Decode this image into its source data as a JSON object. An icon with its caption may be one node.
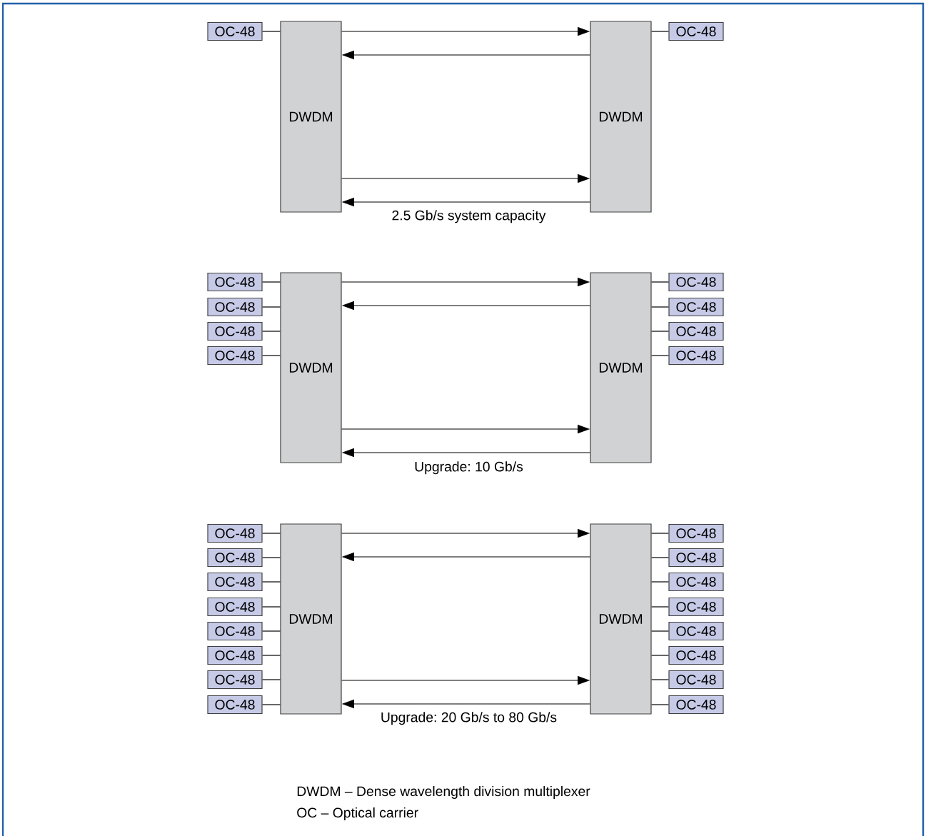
{
  "diagram": {
    "nodes": [
      {
        "text": [
          "DWDM"
        ]
      },
      {
        "text": [
          "DWDM"
        ]
      },
      {
        "text": [
          "OC-48"
        ]
      },
      {
        "text": [
          "OC-48"
        ]
      },
      {
        "text": [
          "DWDM"
        ]
      },
      {
        "text": [
          "DWDM"
        ]
      },
      {
        "text": [
          "OC-48"
        ]
      },
      {
        "text": [
          "OC-48"
        ]
      },
      {
        "text": [
          "OC-48"
        ]
      },
      {
        "text": [
          "OC-48"
        ]
      },
      {
        "text": [
          "OC-48"
        ]
      },
      {
        "text": [
          "OC-48"
        ]
      },
      {
        "text": [
          "OC-48"
        ]
      },
      {
        "text": [
          "OC-48"
        ]
      },
      {
        "text": [
          "DWDM"
        ]
      },
      {
        "text": [
          "DWDM"
        ]
      },
      {
        "text": [
          "OC-48"
        ]
      },
      {
        "text": [
          "OC-48"
        ]
      },
      {
        "text": [
          "OC-48"
        ]
      },
      {
        "text": [
          "OC-48"
        ]
      },
      {
        "text": [
          "OC-48"
        ]
      },
      {
        "text": [
          "OC-48"
        ]
      },
      {
        "text": [
          "OC-48"
        ]
      },
      {
        "text": [
          "OC-48"
        ]
      },
      {
        "text": [
          "OC-48"
        ]
      },
      {
        "text": [
          "OC-48"
        ]
      },
      {
        "text": [
          "OC-48"
        ]
      },
      {
        "text": [
          "OC-48"
        ]
      },
      {
        "text": [
          "OC-48"
        ]
      },
      {
        "text": [
          "OC-48"
        ]
      },
      {
        "text": [
          "OC-48"
        ]
      },
      {
        "text": [
          "OC-48"
        ]
      }
    ],
    "edges": [
      {
        "from": 0,
        "to": 1,
        "arrow": "to"
      },
      {
        "from": 1,
        "to": 0,
        "arrow": "to"
      },
      {
        "from": 0,
        "to": 1,
        "arrow": "to"
      },
      {
        "from": 1,
        "to": 0,
        "arrow": "to"
      },
      {
        "from": 2,
        "to": 0,
        "arrow": "none"
      },
      {
        "from": 1,
        "to": 3,
        "arrow": "none"
      },
      {
        "from": 4,
        "to": 5,
        "arrow": "to"
      },
      {
        "from": 5,
        "to": 4,
        "arrow": "to"
      },
      {
        "from": 4,
        "to": 5,
        "arrow": "to"
      },
      {
        "from": 5,
        "to": 4,
        "arrow": "to"
      },
      {
        "from": 6,
        "to": 4,
        "arrow": "none"
      },
      {
        "from": 7,
        "to": 4,
        "arrow": "none"
      },
      {
        "from": 8,
        "to": 4,
        "arrow": "none"
      },
      {
        "from": 9,
        "to": 4,
        "arrow": "none"
      },
      {
        "from": 5,
        "to": 10,
        "arrow": "none"
      },
      {
        "from": 5,
        "to": 11,
        "arrow": "none"
      },
      {
        "from": 5,
        "to": 12,
        "arrow": "none"
      },
      {
        "from": 5,
        "to": 13,
        "arrow": "none"
      },
      {
        "from": 14,
        "to": 15,
        "arrow": "to"
      },
      {
        "from": 15,
        "to": 14,
        "arrow": "to"
      },
      {
        "from": 14,
        "to": 15,
        "arrow": "to"
      },
      {
        "from": 15,
        "to": 14,
        "arrow": "to"
      },
      {
        "from": 16,
        "to": 14,
        "arrow": "none"
      },
      {
        "from": 17,
        "to": 14,
        "arrow": "none"
      },
      {
        "from": 18,
        "to": 14,
        "arrow": "none"
      },
      {
        "from": 19,
        "to": 14,
        "arrow": "none"
      },
      {
        "from": 20,
        "to": 14,
        "arrow": "none"
      },
      {
        "from": 21,
        "to": 14,
        "arrow": "none"
      },
      {
        "from": 22,
        "to": 14,
        "arrow": "none"
      },
      {
        "from": 23,
        "to": 14,
        "arrow": "none"
      },
      {
        "from": 15,
        "to": 24,
        "arrow": "none"
      },
      {
        "from": 15,
        "to": 25,
        "arrow": "none"
      },
      {
        "from": 15,
        "to": 26,
        "arrow": "none"
      },
      {
        "from": 15,
        "to": 27,
        "arrow": "none"
      },
      {
        "from": 15,
        "to": 28,
        "arrow": "none"
      },
      {
        "from": 15,
        "to": 29,
        "arrow": "none"
      },
      {
        "from": 15,
        "to": 30,
        "arrow": "none"
      },
      {
        "from": 15,
        "to": 31,
        "arrow": "none"
      }
    ],
    "labels": [
      "2.5 Gb/s system capacity",
      "Upgrade: 10 Gb/s",
      "Upgrade: 20 Gb/s to 80 Gb/s",
      "DWDM – Dense wavelength division multiplexer",
      "OC – Optical carrier"
    ]
  }
}
